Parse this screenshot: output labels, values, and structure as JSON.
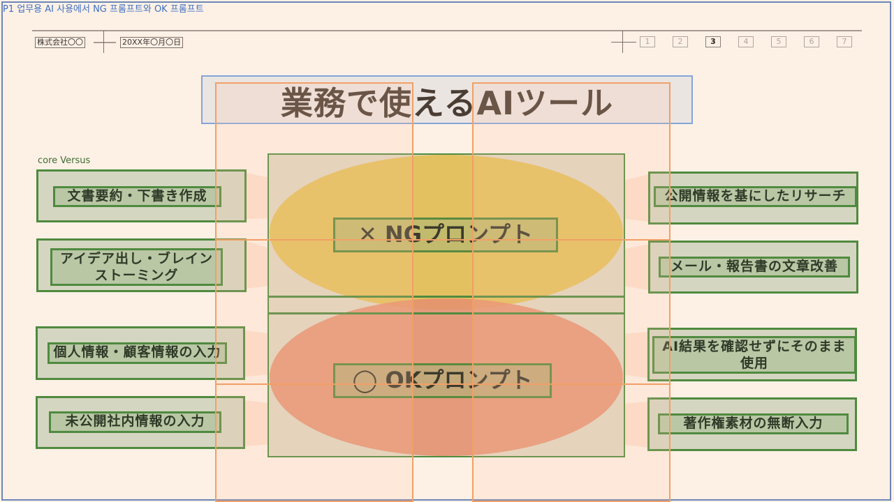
{
  "slide_label": "P1 업무용 AI 사용에서 NG 프롬프트와 OK 프롬프트",
  "header": {
    "company": "株式会社〇〇",
    "date": "20XX年〇月〇日",
    "pages": [
      "1",
      "2",
      "3",
      "4",
      "5",
      "6",
      "7"
    ],
    "active_page": 3
  },
  "title": "業務で使えるAIツール",
  "core_label": "core Versus",
  "center": {
    "ng_label": "✕ NGプロンプト",
    "ok_label": "◯ OKプロンプト"
  },
  "left_items": [
    "文書要約・下書き作成",
    "アイデア出し・ブレインストーミング",
    "個人情報・顧客情報の入力",
    "未公開社内情報の入力"
  ],
  "right_items": [
    "公開情報を基にしたリサーチ",
    "メール・報告書の文章改善",
    "AI結果を確認せずにそのまま使用",
    "著作権素材の無断入力"
  ],
  "colors": {
    "ng_ellipse": "#e3bd4f",
    "ok_ellipse": "#e48f6f",
    "border_green": "#4f8a3f",
    "guide_orange": "#f0a066"
  }
}
